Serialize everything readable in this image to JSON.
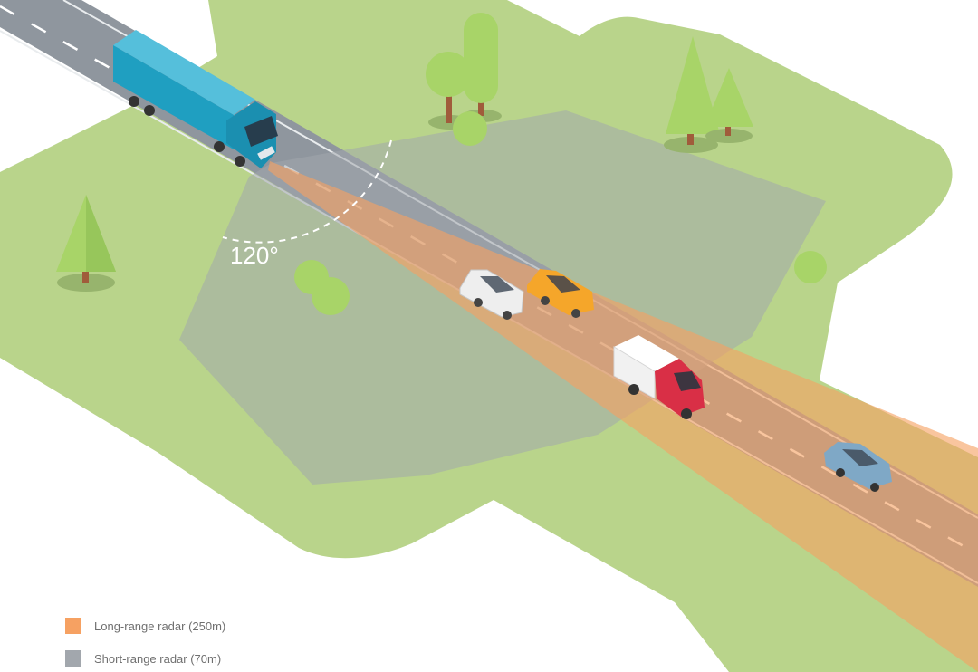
{
  "diagram": {
    "angle_label": "120°",
    "colors": {
      "grass": "#b9d48b",
      "road": "#8f969e",
      "long_range": "#f6a162",
      "short_range": "#a2a7ad",
      "truck": "#1f9fc1"
    }
  },
  "legend": {
    "items": [
      {
        "label": "Long-range radar (250m)",
        "color": "#f6a162"
      },
      {
        "label": "Short-range radar (70m)",
        "color": "#a2a7ad"
      }
    ]
  }
}
